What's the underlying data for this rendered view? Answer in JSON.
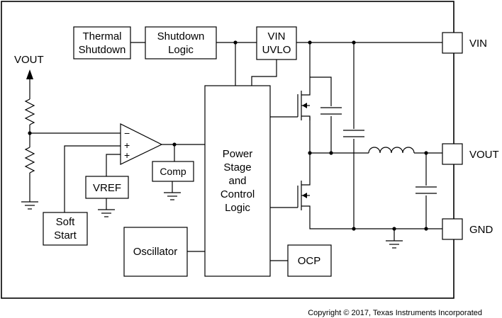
{
  "blocks": {
    "thermal_shutdown": [
      "Thermal",
      "Shutdown"
    ],
    "shutdown_logic": [
      "Shutdown",
      "Logic"
    ],
    "vin_uvlo": [
      "VIN",
      "UVLO"
    ],
    "power_stage": [
      "Power",
      "Stage",
      "and",
      "Control",
      "Logic"
    ],
    "comp": "Comp",
    "vref": "VREF",
    "soft_start": [
      "Soft",
      "Start"
    ],
    "oscillator": "Oscillator",
    "ocp": "OCP"
  },
  "pins": {
    "vin": "VIN",
    "vout": "VOUT",
    "gnd": "GND"
  },
  "feedback_label": "VOUT",
  "amp_inputs": {
    "minus": "−",
    "plus1": "+",
    "plus2": "+"
  },
  "copyright": "Copyright © 2017, Texas Instruments Incorporated"
}
